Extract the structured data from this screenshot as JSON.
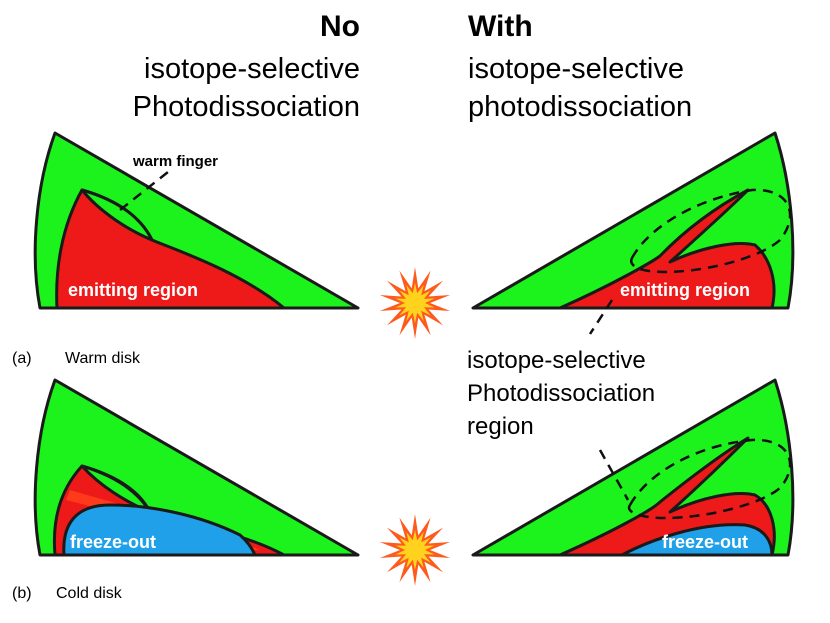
{
  "headers": {
    "left_bold": "No",
    "left_line1": "isotope-selective",
    "left_line2": "Photodissociation",
    "right_bold": "With",
    "right_line1": "isotope-selective",
    "right_line2": "photodissociation"
  },
  "labels": {
    "warm_finger": "warm finger",
    "emitting_region": "emitting region",
    "freeze_out": "freeze-out",
    "panel_a_letter": "(a)",
    "panel_a_title": "Warm disk",
    "panel_b_letter": "(b)",
    "panel_b_title": "Cold disk",
    "isd_line1": "isotope-selective",
    "isd_line2": "Photodissociation",
    "isd_line3": "region"
  },
  "colors": {
    "green": "#1cf21c",
    "red": "#ee1a1a",
    "orange": "#ff3a1a",
    "blue": "#1fa0e8",
    "star_outer": "#ff5a1e",
    "star_inner": "#ffd21e",
    "outline": "#1a1a1a"
  },
  "icons": {
    "star": "star-burst-icon"
  }
}
